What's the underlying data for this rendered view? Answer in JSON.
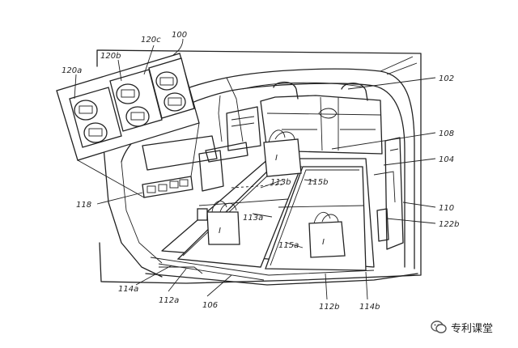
{
  "figure": {
    "labels": {
      "l100": "100",
      "l120c": "120c",
      "l120b": "120b",
      "l120a": "120a",
      "l102": "102",
      "l108": "108",
      "l104": "104",
      "l113b": "113b",
      "l115b": "115b",
      "l118": "118",
      "l110": "110",
      "l113a": "113a",
      "l122b": "122b",
      "l115a": "115a",
      "l114a": "114a",
      "l112a": "112a",
      "l106": "106",
      "l112b": "112b",
      "l114b": "114b",
      "bag": "I"
    }
  },
  "watermark": {
    "text": "专利课堂",
    "icon": "wechat-logo"
  }
}
